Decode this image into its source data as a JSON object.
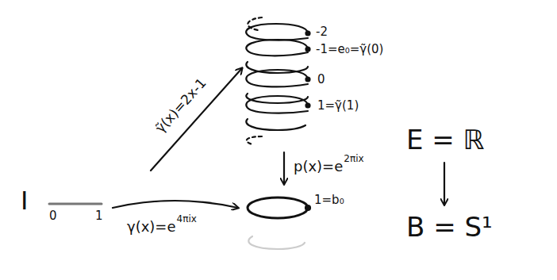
{
  "diagram": {
    "labels": [
      "I",
      "0",
      "1",
      "γ(x)=e",
      "4πix",
      "γ̃(x)=2x-1",
      "-2",
      "-1=e₀=γ̃(0)",
      "0",
      "1=γ̃(1)",
      "p(x)=e",
      "2πix",
      "1=b₀",
      "E = ℝ",
      "B = S¹"
    ]
  }
}
